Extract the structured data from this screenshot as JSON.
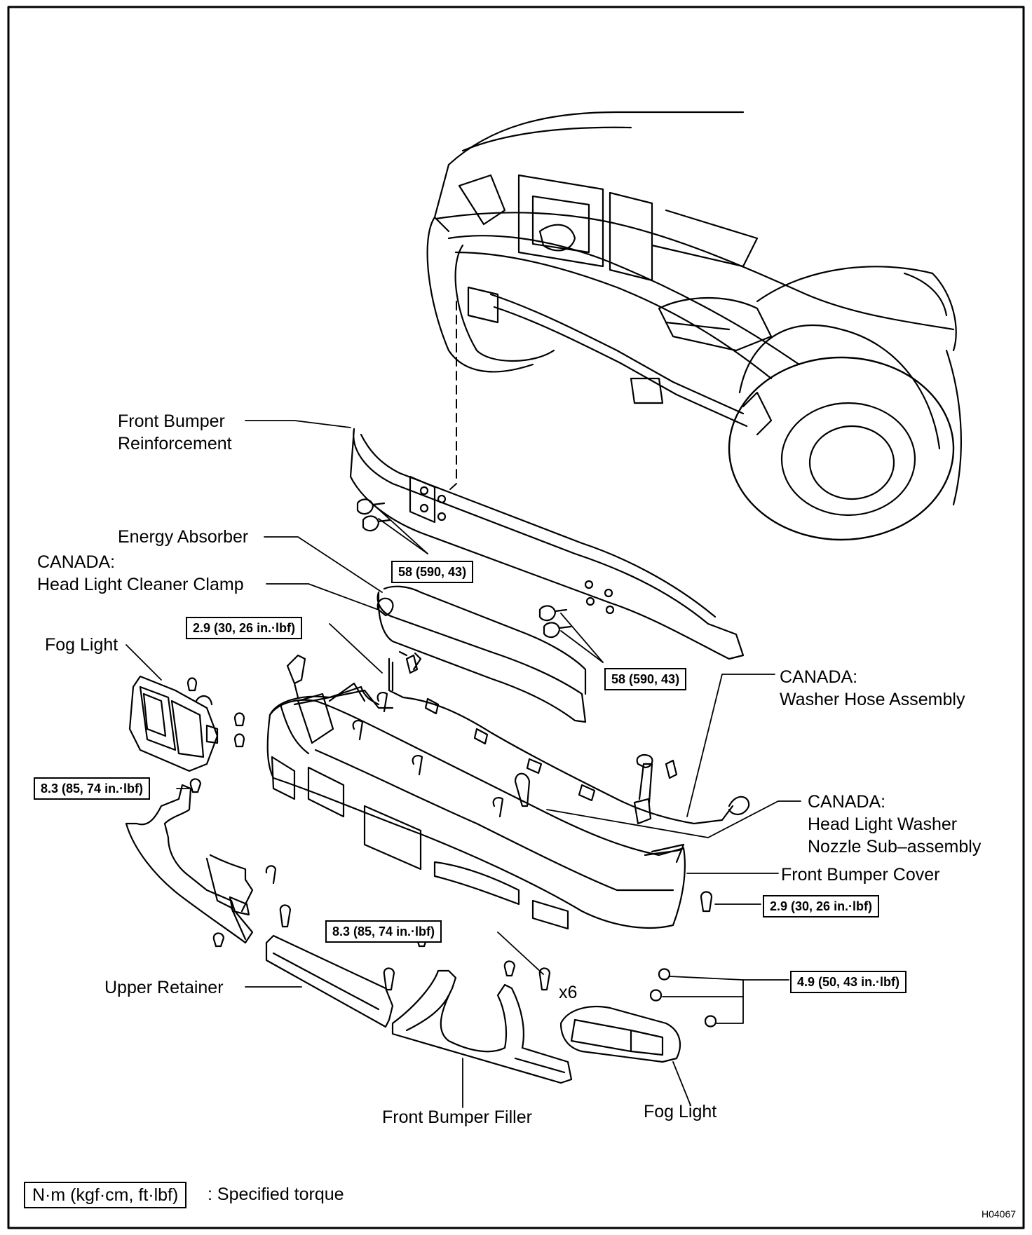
{
  "labels": {
    "front_bumper_reinforcement": [
      "Front Bumper",
      "Reinforcement"
    ],
    "energy_absorber": "Energy Absorber",
    "head_light_cleaner_clamp": [
      "CANADA:",
      "Head Light Cleaner Clamp"
    ],
    "fog_light_left": "Fog Light",
    "washer_hose_assembly": [
      "CANADA:",
      "Washer Hose Assembly"
    ],
    "head_light_washer_nozzle": [
      "CANADA:",
      "Head Light Washer",
      "Nozzle Sub–assembly"
    ],
    "front_bumper_cover": "Front Bumper Cover",
    "upper_retainer": "Upper Retainer",
    "front_bumper_filler": "Front Bumper Filler",
    "fog_light_right": "Fog Light",
    "x6": "x6"
  },
  "torques": {
    "reinforcement_left": "58 (590, 43)",
    "reinforcement_right": "58 (590, 43)",
    "clamp": "2.9 (30, 26 in.·lbf)",
    "fog_left": "8.3 (85, 74 in.·lbf)",
    "cover_right": "2.9 (30, 26 in.·lbf)",
    "filler": "8.3 (85, 74 in.·lbf)",
    "fog_right": "4.9 (50, 43 in.·lbf)"
  },
  "legend": {
    "unit": "N·m (kgf·cm, ft·lbf)",
    "description": ": Specified torque"
  },
  "figure_code": "H04067"
}
